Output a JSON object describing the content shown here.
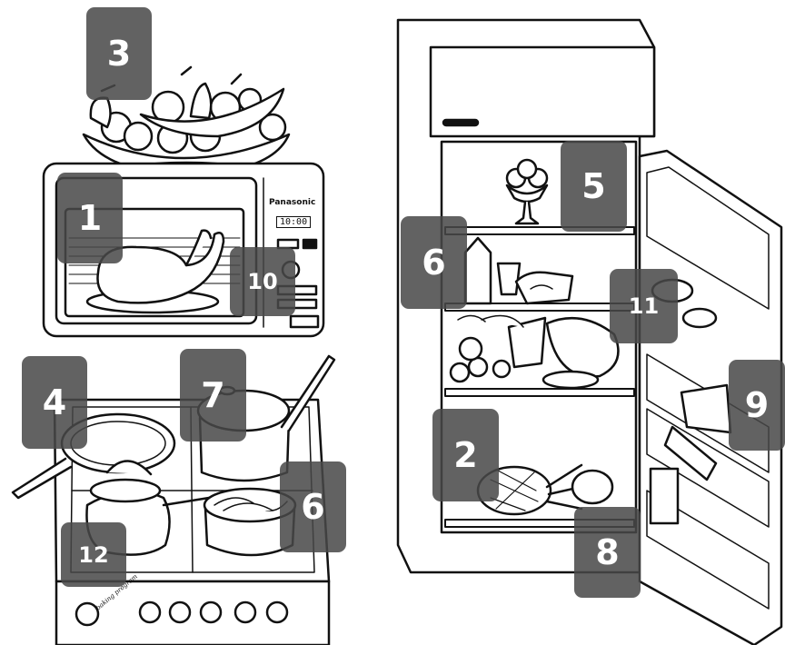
{
  "brand_text": "Panasonic",
  "clock_text": "10:00",
  "knob_label": "baking program",
  "labels": {
    "microwave": "1",
    "fridge_bottom_shelf": "2",
    "fruit_bowl": "3",
    "frying_pan": "4",
    "fridge_top_shelf": "5",
    "fridge_milk_shelf": "6",
    "pot_spaghetti": "6",
    "lidded_pot": "7",
    "fridge_floor": "8",
    "fridge_door": "9",
    "microwave_panel": "10",
    "fridge_vegetable_shelf": "11",
    "kettle_burner": "12"
  }
}
